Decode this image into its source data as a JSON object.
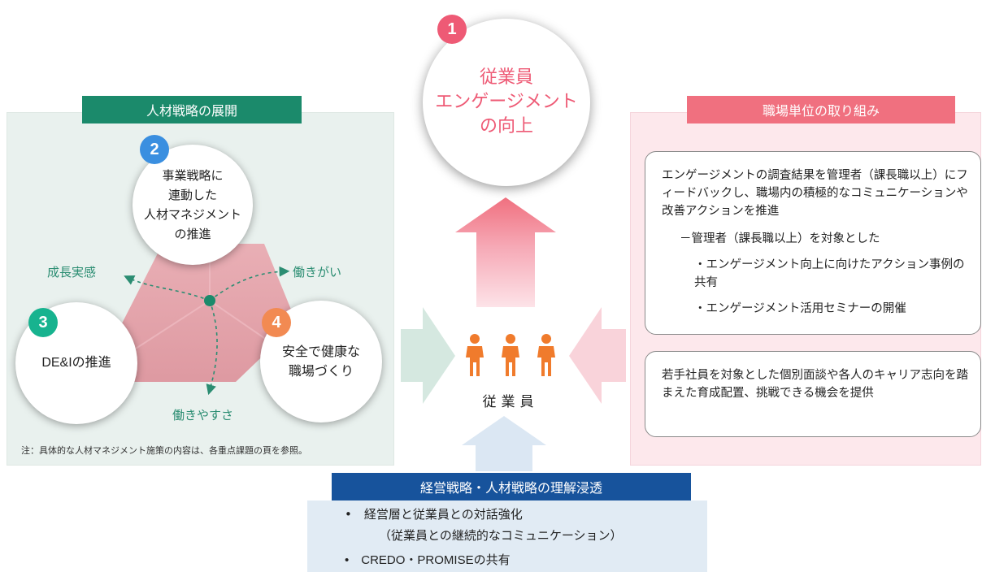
{
  "left_panel": {
    "title": "人材戦略の展開",
    "node2": {
      "num": "2",
      "text": "事業戦略に\n連動した\n人材マネジメント\nの推進"
    },
    "node3": {
      "num": "3",
      "text": "DE&Iの推進"
    },
    "node4": {
      "num": "4",
      "text": "安全で健康な\n職場づくり"
    },
    "labels": {
      "growth": "成長実感",
      "worth": "働きがい",
      "ease": "働きやすさ"
    },
    "note": "注：具体的な人材マネジメント施策の内容は、各重点課題の頁を参照。"
  },
  "top_node": {
    "num": "1",
    "text": "従業員\nエンゲージメント\nの向上"
  },
  "center": {
    "employees_label": "従業員"
  },
  "right_panel": {
    "title": "職場単位の取り組み",
    "box1": {
      "para": "エンゲージメントの調査結果を管理者（課長職以上）にフィードバックし、職場内の積極的なコミュニケーションや改善アクションを推進",
      "sub": "－管理者（課長職以上）を対象とした",
      "items": [
        "・エンゲージメント向上に向けたアクション事例の共有",
        "・エンゲージメント活用セミナーの開催"
      ]
    },
    "box2": "若手社員を対象とした個別面談や各人のキャリア志向を踏まえた育成配置、挑戦できる機会を提供"
  },
  "bottom_panel": {
    "title": "経営戦略・人材戦略の理解浸透",
    "bullet1": "•　経営層と従業員との対話強化",
    "bullet1_sub": "（従業員との継続的なコミュニケーション）",
    "bullet2": "•　CREDO・PROMISEの共有"
  },
  "colors": {
    "green": "#1b8a6b",
    "pink": "#f0707f",
    "blue": "#17539c",
    "badge1": "#ee5a75",
    "badge2": "#3a8fe0",
    "badge3": "#17b38f",
    "badge4": "#f28a52",
    "person": "#f07b2c"
  }
}
